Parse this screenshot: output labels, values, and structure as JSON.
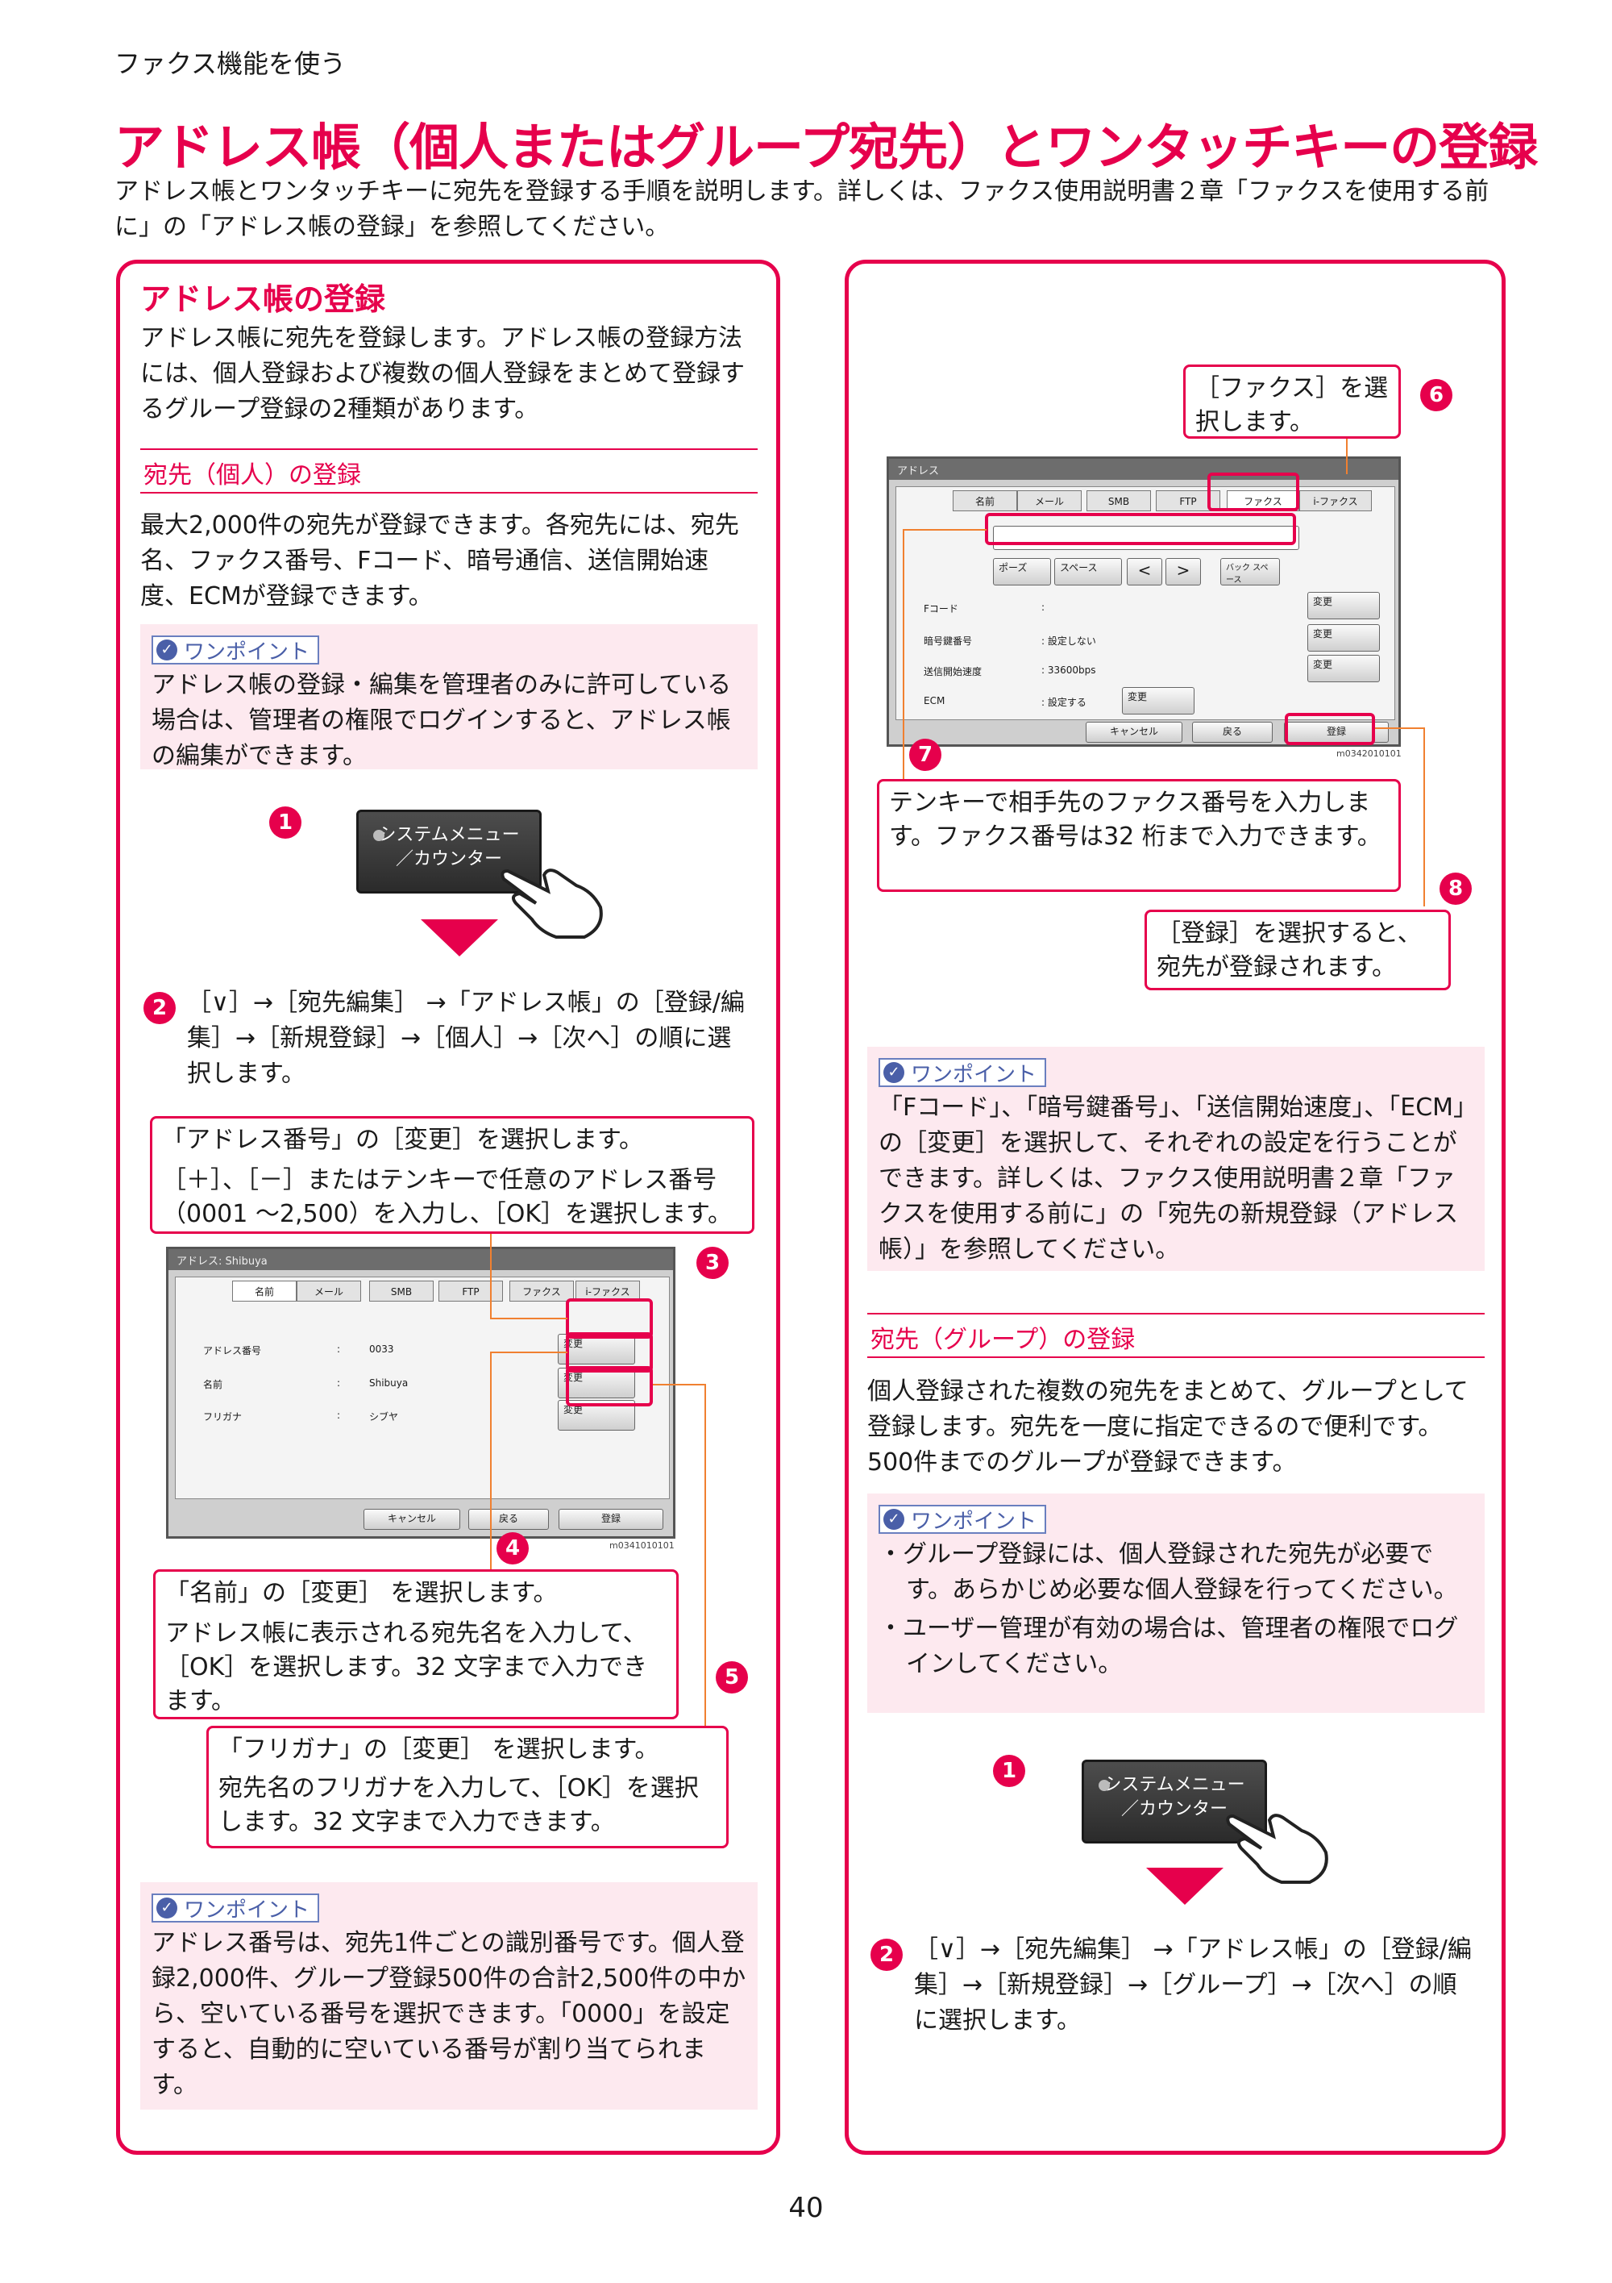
{
  "header": {
    "section_label": "ファクス機能を使う",
    "title": "アドレス帳（個人またはグループ宛先）とワンタッチキーの登録",
    "intro": "アドレス帳とワンタッチキーに宛先を登録する手順を説明します。詳しくは、ファクス使用説明書２章「ファクスを使用する前に」の「アドレス帳の登録」を参照してください。"
  },
  "left": {
    "title": "アドレス帳の登録",
    "intro": "アドレス帳に宛先を登録します。アドレス帳の登録方法には、個人登録および複数の個人登録をまとめて登録するグループ登録の2種類があります。",
    "subtitle": "宛先（個人）の登録",
    "subtitle_body": "最大2,000件の宛先が登録できます。各宛先には、宛先名、ファクス番号、Fコード、暗号通信、送信開始速度、ECMが登録できます。",
    "tip1_badge": "ワンポイント",
    "tip1_text": "アドレス帳の登録・編集を管理者のみに許可している場合は、管理者の権限でログインすると、アドレス帳の編集ができます。",
    "step1_num": "1",
    "sysmenu_line1": "システムメニュー",
    "sysmenu_line2": "／カウンター",
    "step2_num": "2",
    "step2_text": "［∨］→［宛先編集］ →「アドレス帳」の［登録/編集］→［新規登録］→［個人］→［次へ］の順に選択します。",
    "callout3_line1": "「アドレス番号」の［変更］を選択します。",
    "callout3_line2": "［＋］、［－］またはテンキーで任意のアドレス番号（0001 〜2,500）を入力し、［OK］を選択します。",
    "num3": "3",
    "num4": "4",
    "num5": "5",
    "screen": {
      "title": "アドレス: Shibuya",
      "tabs": [
        "名前",
        "メール",
        "SMB",
        "FTP",
        "ファクス",
        "i-ファクス"
      ],
      "rows": [
        {
          "label": "アドレス番号",
          "value": "0033",
          "btn": "変更"
        },
        {
          "label": "名前",
          "value": "Shibuya",
          "btn": "変更"
        },
        {
          "label": "フリガナ",
          "value": "シブヤ",
          "btn": "変更"
        }
      ],
      "sep": ":",
      "cancel": "キャンセル",
      "back": "戻る",
      "register": "登録",
      "code": "m0341010101"
    },
    "callout4_line1": "「名前」の［変更］ を選択します。",
    "callout4_line2": "アドレス帳に表示される宛先名を入力して、［OK］を選択します。32 文字まで入力できます。",
    "callout5_line1": "「フリガナ」の［変更］ を選択します。",
    "callout5_line2": "宛先名のフリガナを入力して、［OK］を選択します。32 文字まで入力できます。",
    "tip2_badge": "ワンポイント",
    "tip2_text": "アドレス番号は、宛先1件ごとの識別番号です。個人登録2,000件、グループ登録500件の合計2,500件の中から、空いている番号を選択できます。「0000」を設定すると、自動的に空いている番号が割り当てられます。"
  },
  "right": {
    "callout6": "［ファクス］を選択します。",
    "num6": "6",
    "num7": "7",
    "num8": "8",
    "screen": {
      "title": "アドレス",
      "tabs": [
        "名前",
        "メール",
        "SMB",
        "FTP",
        "ファクス",
        "i-ファクス"
      ],
      "keys": [
        "ポーズ",
        "スペース",
        "バック スペース"
      ],
      "rows": [
        {
          "label": "Fコード",
          "value": ":",
          "btn": "変更"
        },
        {
          "label": "暗号鍵番号",
          "value": ": 設定しない",
          "btn": "変更"
        },
        {
          "label": "送信開始速度",
          "value": ": 33600bps",
          "btn": "変更"
        },
        {
          "label": "ECM",
          "value": ": 設定する",
          "btn": "変更"
        }
      ],
      "cancel": "キャンセル",
      "back": "戻る",
      "register": "登録",
      "code": "m0342010101"
    },
    "callout7": "テンキーで相手先のファクス番号を入力します。ファクス番号は32 桁まで入力できます。",
    "callout8": "［登録］を選択すると、宛先が登録されます。",
    "tip3_badge": "ワンポイント",
    "tip3_text": "「Fコード」、「暗号鍵番号」、「送信開始速度」、「ECM」の［変更］を選択して、それぞれの設定を行うことができます。詳しくは、ファクス使用説明書２章「ファクスを使用する前に」の「宛先の新規登録（アドレス帳）」を参照してください。",
    "subtitle": "宛先（グループ）の登録",
    "subtitle_body": "個人登録された複数の宛先をまとめて、グループとして登録します。宛先を一度に指定できるので便利です。500件までのグループが登録できます。",
    "tip4_badge": "ワンポイント",
    "tip4_bullets": [
      "・グループ登録には、個人登録された宛先が必要です。あらかじめ必要な個人登録を行ってください。",
      "・ユーザー管理が有効の場合は、管理者の権限でログインしてください。"
    ],
    "step1_num": "1",
    "sysmenu_line1": "システムメニュー",
    "sysmenu_line2": "／カウンター",
    "step2_num": "2",
    "step2_text": "［∨］→［宛先編集］ →「アドレス帳」の［登録/編集］→［新規登録］→［グループ］→［次へ］の順に選択します。"
  },
  "footer": {
    "page_number": "40"
  }
}
